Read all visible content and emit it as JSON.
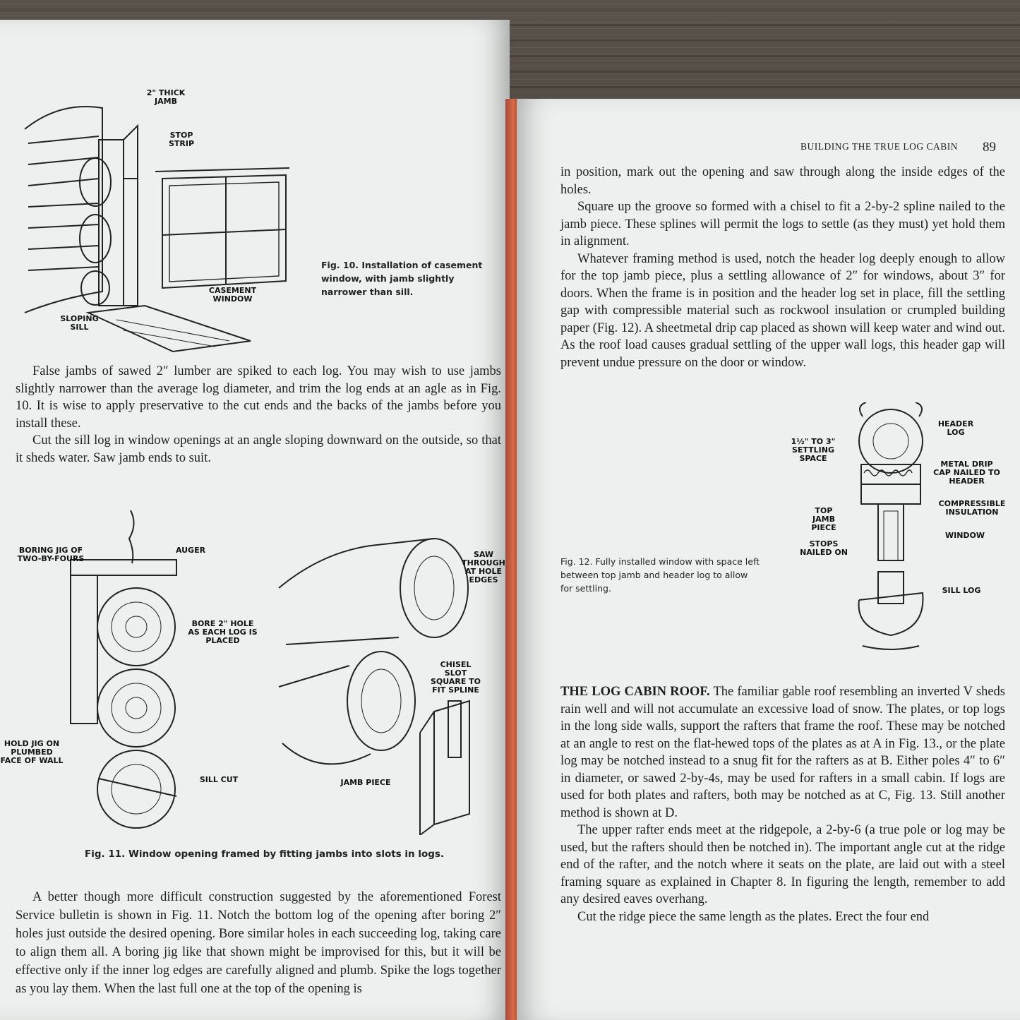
{
  "left_page": {
    "fig10": {
      "labels": {
        "jamb": "2\" THICK JAMB",
        "stop": "STOP STRIP",
        "casement": "CASEMENT WINDOW",
        "sill": "SLOPING SILL"
      },
      "caption": "Fig. 10. Installation of casement window, with jamb slightly narrower than sill."
    },
    "para1": "False jambs of sawed 2″ lumber are spiked to each log. You may wish to use jambs slightly narrower than the average log diameter, and trim the log ends at an agle as in Fig. 10. It is wise to apply preservative to the cut ends and the backs of the jambs before you install these.",
    "para2": "Cut the sill log in window openings at an angle sloping downward on the outside, so that it sheds water. Saw jamb ends to suit.",
    "fig11": {
      "labels": {
        "jig": "BORING JIG OF TWO-BY-FOURS",
        "auger": "AUGER",
        "bore": "BORE 2\" HOLE AS EACH LOG IS PLACED",
        "hold": "HOLD JIG ON PLUMBED FACE OF WALL",
        "sillcut": "SILL CUT",
        "saw": "SAW THROUGH AT HOLE EDGES",
        "chisel": "CHISEL SLOT SQUARE TO FIT SPLINE",
        "jamb": "JAMB PIECE"
      },
      "caption": "Fig. 11. Window opening framed by fitting jambs into slots in logs."
    },
    "para3": "A better though more difficult construction suggested by the aforementioned Forest Service bulletin is shown in Fig. 11. Notch the bottom log of the opening after boring 2″ holes just outside the desired opening. Bore similar holes in each succeeding log, taking care to align them all. A boring jig like that shown might be improvised for this, but it will be effective only if the inner log edges are carefully aligned and plumb. Spike the logs together as you lay them. When the last full one at the top of the opening is"
  },
  "right_page": {
    "header": "BUILDING THE TRUE LOG CABIN",
    "page_number": "89",
    "para1": "in position, mark out the opening and saw through along the inside edges of the holes.",
    "para2": "Square up the groove so formed with a chisel to fit a 2-by-2 spline nailed to the jamb piece. These splines will permit the logs to settle (as they must) yet hold them in alignment.",
    "para3": "Whatever framing method is used, notch the header log deeply enough to allow for the top jamb piece, plus a settling allowance of 2″ for windows, about 3″ for doors. When the frame is in position and the header log set in place, fill the settling gap with compressible material such as rockwool insulation or crumpled building paper (Fig. 12). A sheetmetal drip cap placed as shown will keep water and wind out. As the roof load causes gradual settling of the upper wall logs, this header gap will prevent undue pressure on the door or window.",
    "fig12": {
      "labels": {
        "space": "1½\" TO 3\" SETTLING SPACE",
        "header": "HEADER LOG",
        "drip": "METAL DRIP CAP NAILED TO HEADER",
        "insul": "COMPRESSIBLE INSULATION",
        "topjamb": "TOP JAMB PIECE",
        "stops": "STOPS NAILED ON",
        "window": "WINDOW",
        "sill": "SILL LOG"
      },
      "caption": "Fig. 12. Fully installed window with space left between top jamb and header log to allow for settling."
    },
    "section_title": "THE LOG CABIN ROOF.",
    "para4": " The familiar gable roof resembling an inverted V sheds rain well and will not accumulate an excessive load of snow. The plates, or top logs in the long side walls, support the rafters that frame the roof. These may be notched at an angle to rest on the flat-hewed tops of the plates as at A in Fig. 13., or the plate log may be notched instead to a snug fit for the rafters as at B. Either poles 4″ to 6″ in diameter, or sawed 2-by-4s, may be used for rafters in a small cabin. If logs are used for both plates and rafters, both may be notched as at C, Fig. 13. Still another method is shown at D.",
    "para5": "The upper rafter ends meet at the ridgepole, a 2-by-6 (a true pole or log may be used, but the rafters should then be notched in). The important angle cut at the ridge end of the rafter, and the notch where it seats on the plate, are laid out with a steel framing square as explained in Chapter 8. In figuring the length, remember to add any desired eaves overhang.",
    "para6": "Cut the ridge piece the same length as the plates. Erect the four end"
  }
}
